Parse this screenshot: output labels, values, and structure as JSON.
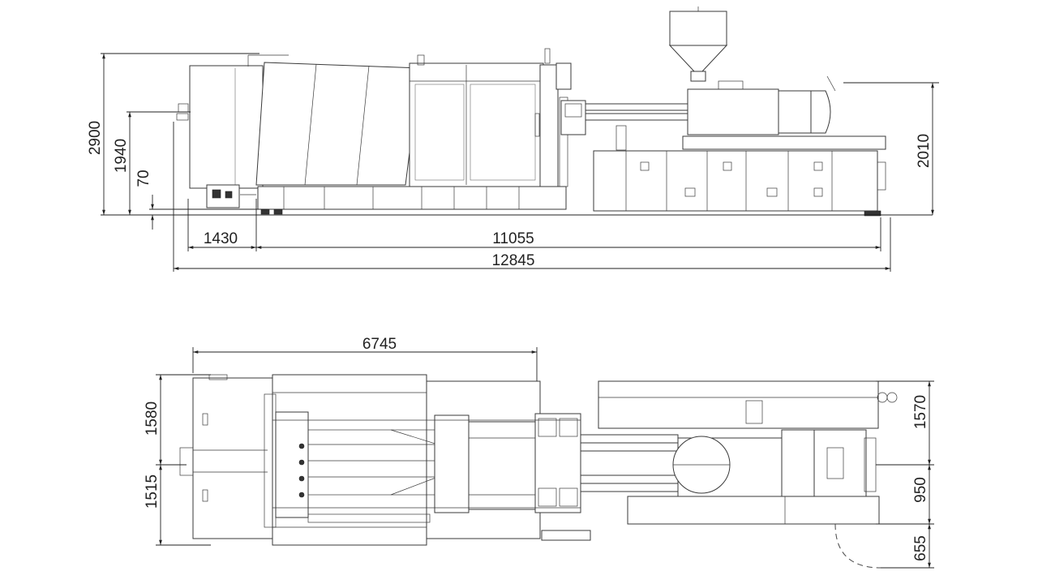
{
  "drawing": {
    "side_view": {
      "dimensions": {
        "overall_height": "2900",
        "height_to_axis": "1940",
        "base_offset": "70",
        "unit_height": "2010",
        "front_overhang": "1430",
        "machine_length": "11055",
        "total_length": "12845"
      }
    },
    "top_view": {
      "dimensions": {
        "clamp_length": "6745",
        "width_upper_left": "1580",
        "width_lower_left": "1515",
        "width_upper_right": "1570",
        "width_mid_right": "950",
        "door_swing": "655"
      }
    }
  }
}
